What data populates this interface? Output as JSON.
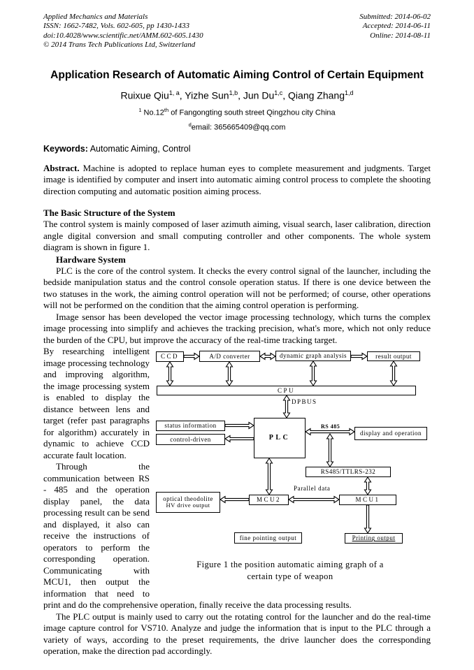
{
  "journal": {
    "name": "Applied Mechanics and Materials",
    "issn_line": "ISSN: 1662-7482, Vols. 602-605, pp 1430-1433",
    "doi_line": "doi:10.4028/www.scientific.net/AMM.602-605.1430",
    "copyright_line": "© 2014 Trans Tech Publications Ltd, Switzerland",
    "submitted": "Submitted: 2014-06-02",
    "accepted": "Accepted: 2014-06-11",
    "online": "Online: 2014-08-11"
  },
  "title": "Application Research of Automatic Aiming Control of Certain Equipment",
  "authors": {
    "sep": ", ",
    "a1": {
      "name": "Ruixue Qiu",
      "sup": "1, a"
    },
    "a2": {
      "name": "Yizhe Sun",
      "sup": "1,b"
    },
    "a3": {
      "name": "Jun Du",
      "sup": "1,c"
    },
    "a4": {
      "name": "Qiang Zhang",
      "sup": "1,d"
    }
  },
  "affiliation": {
    "marker": "1",
    "address_pre": " No.12",
    "ordinal": "th",
    "address_post": " of Fangongting south street Qingzhou city China"
  },
  "contact": {
    "marker": "d",
    "email_line": "email: 365665409@qq.com"
  },
  "keywords": {
    "label": "Keywords:",
    "text": " Automatic Aiming, Control"
  },
  "abstract": {
    "label": "Abstract.",
    "text": " Machine is adopted to replace human eyes to complete measurement and judgments. Target image is identified by computer and insert into automatic aiming control process to complete the shooting direction computing and automatic position aiming process."
  },
  "sections": {
    "basic_structure_heading": "The Basic Structure of the System",
    "basic_structure_para": "The control system is mainly composed of laser azimuth aiming, visual search, laser calibration, direction angle digital conversion and small computing controller and other components. The whole system diagram is shown in figure 1.",
    "hardware_heading": "Hardware System",
    "hardware_para1": "PLC is the core of the control system. It checks the every control signal of the launcher, including the bedside manipulation status and the control console operation status. If there is one device between the two statuses in the work, the aiming control operation will not be performed; of course, other operations will not be performed on the condition that the aiming control operation is performing.",
    "hardware_para2": "Image sensor has been developed the vector image processing technology, which turns the complex image processing into simplify and achieves the tracking precision, what's more, which not only reduce the burden of the CPU, but improve the accuracy of the real-time tracking target.",
    "wrap_para1": "By researching intelligent image processing technology and improving algorithm, the image processing system is enabled to display the distance between lens and target (refer past paragraphs for algorithm) accurately in dynamic to achieve CCD accurate fault location.",
    "wrap_para2": "Through the communication between RS - 485 and the operation display panel, the data processing result can be send and displayed, it also can receive the instructions of operators to perform the corresponding operation. Communicating with MCU1, then output the information that need to print and do the comprehensive operation, finally receive the data processing results.",
    "closing_para": "The PLC output is mainly used to carry out the rotating control for the launcher and do the real-time image capture control for VS710. Analyze and judge the information that is input to the PLC through a variety of ways, according to the preset requirements, the drive launcher does the corresponding operation, make the direction pad accordingly."
  },
  "figure": {
    "caption_line1": "Figure 1 the position automatic aiming graph of a",
    "caption_line2": "certain type of weapon",
    "labels": {
      "ccd": "CCD",
      "ad_converter": "A/D converter",
      "dynamic_graph": "dynamic graph analysis",
      "result_output": "result output",
      "cpu": "CPU",
      "dpbus": "DPBUS",
      "plc": "PLC",
      "status_information": "status information",
      "control_driven": "control-driven",
      "rs485": "RS 485",
      "display_operation": "display and operation",
      "rs485_ttl": "RS485/TTLRS-232",
      "mcu2": "MCU2",
      "mcu1": "MCU1",
      "parallel_data": "Parallel data",
      "optical_theodolite": "optical theodolite",
      "hv_drive": "HV drive output",
      "fine_pointing": "fine pointing output",
      "printing_output": "Printing output"
    }
  }
}
